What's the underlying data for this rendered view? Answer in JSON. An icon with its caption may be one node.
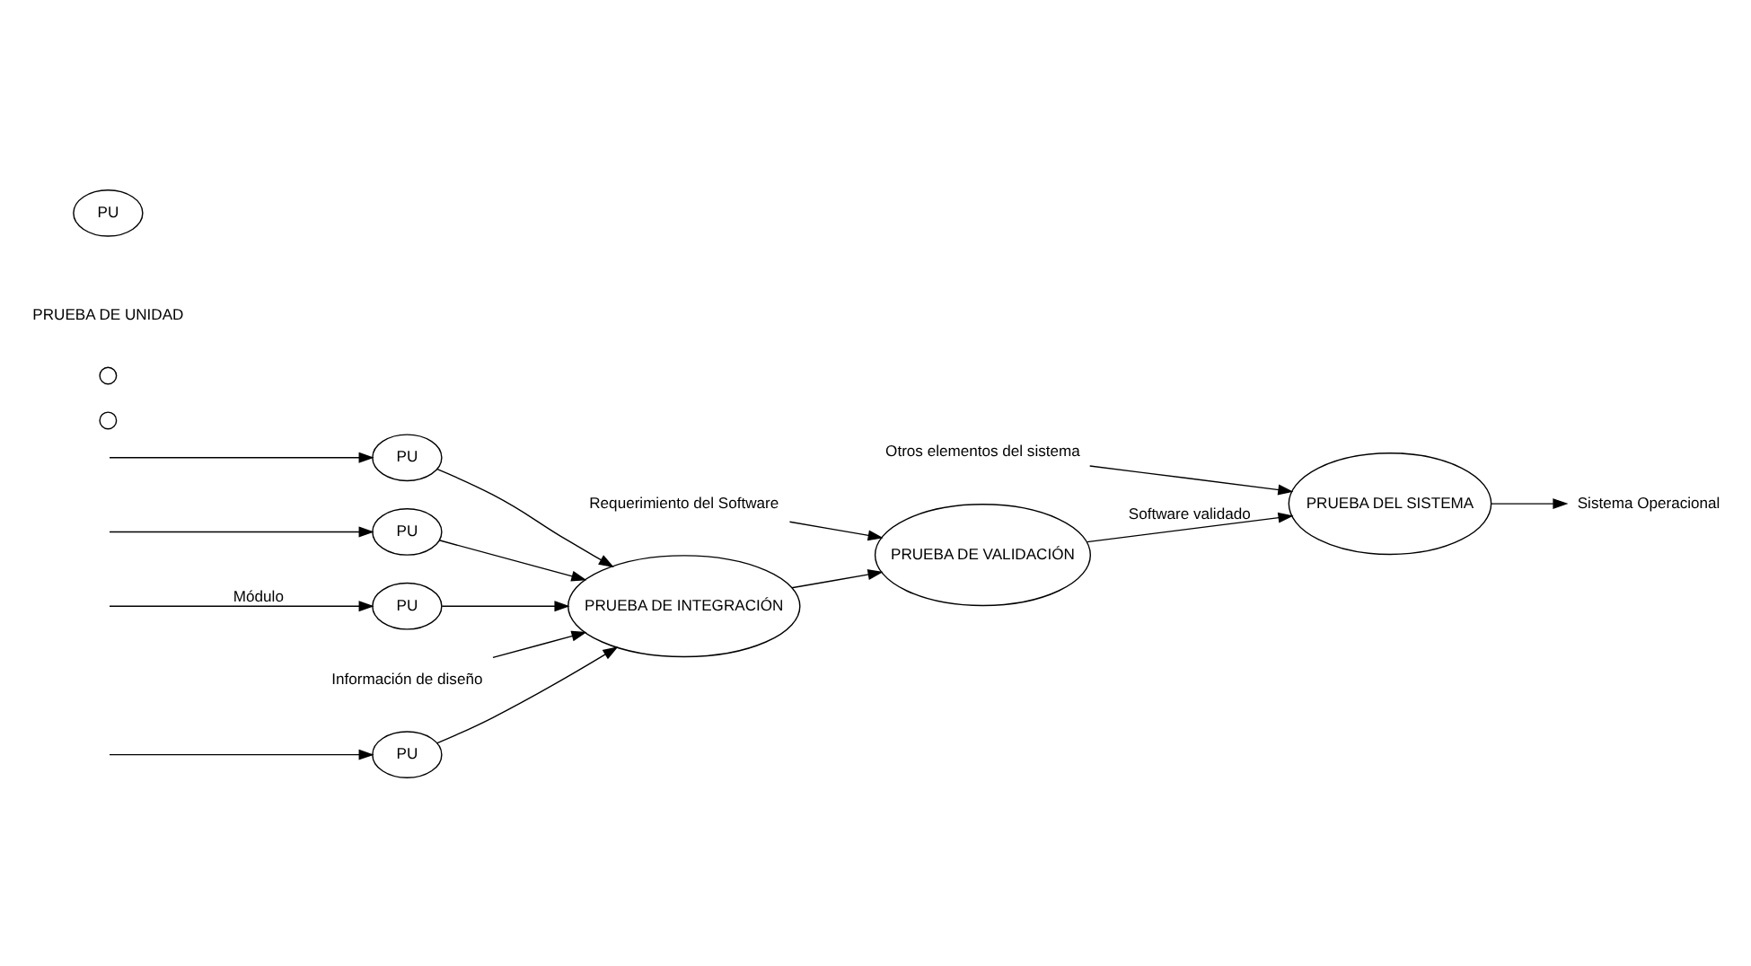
{
  "diagram": {
    "nodes": [
      {
        "text": [
          "PU"
        ]
      },
      {
        "text": [
          "PU"
        ]
      },
      {
        "text": [
          "PU"
        ]
      },
      {
        "text": [
          "PU"
        ]
      },
      {
        "text": [
          "PRUEBA DE INTEGRACIÓN"
        ]
      },
      {
        "text": [
          "PRUEBA DE VALIDACIÓN"
        ]
      },
      {
        "text": [
          "PRUEBA DEL SISTEMA"
        ]
      },
      {
        "text": [
          "Información de diseño"
        ]
      },
      {
        "text": [
          "Requerimiento del Software"
        ]
      },
      {
        "text": [
          "Otros elementos del sistema"
        ]
      },
      {
        "text": [
          "Sistema Operacional"
        ]
      },
      {
        "text": [],
        "shape": "circle"
      },
      {
        "text": [],
        "shape": "circle"
      },
      {
        "text": [
          "PU"
        ]
      }
    ],
    "edges": [
      {
        "from": null,
        "to": 0,
        "arrow": "to"
      },
      {
        "from": null,
        "to": 1,
        "arrow": "to"
      },
      {
        "from": null,
        "to": 2,
        "arrow": "to"
      },
      {
        "from": null,
        "to": 3,
        "arrow": "to",
        "label": "Módulo"
      },
      {
        "from": 0,
        "to": 4,
        "arrow": "to"
      },
      {
        "from": 1,
        "to": 4,
        "arrow": "to"
      },
      {
        "from": 2,
        "to": 4,
        "arrow": "to"
      },
      {
        "from": 3,
        "to": 4,
        "arrow": "to"
      },
      {
        "from": 7,
        "to": 4,
        "arrow": "to"
      },
      {
        "from": 4,
        "to": 5,
        "arrow": "to"
      },
      {
        "from": 8,
        "to": 5,
        "arrow": "to"
      },
      {
        "from": 5,
        "to": 6,
        "arrow": "to",
        "label": "Software validado"
      },
      {
        "from": 9,
        "to": 6,
        "arrow": "to"
      },
      {
        "from": 6,
        "to": 10,
        "arrow": "to"
      }
    ],
    "labels": [
      "PRUEBA DE UNIDAD"
    ]
  }
}
